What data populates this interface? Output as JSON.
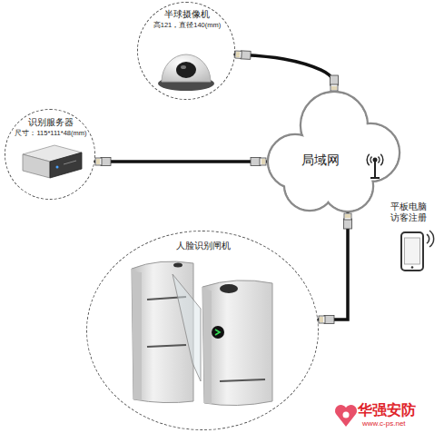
{
  "diagram": {
    "nodes": [
      {
        "text": [
          "半球摄像机",
          "高121，直径140(mm)"
        ]
      },
      {
        "text": [
          "识别服务器",
          "尺寸：115*111*48(mm)"
        ]
      },
      {
        "text": [
          "局域网"
        ]
      },
      {
        "text": [
          "平板电脑 访客注册"
        ]
      },
      {
        "text": [
          "人脸识别闸机"
        ]
      }
    ],
    "edges": [
      {
        "from": 0,
        "to": 2,
        "arrow": "none"
      },
      {
        "from": 1,
        "to": 2,
        "arrow": "none"
      },
      {
        "from": 4,
        "to": 2,
        "arrow": "none"
      }
    ],
    "labels": [
      "华强安防",
      "www.c-ps.net"
    ]
  }
}
